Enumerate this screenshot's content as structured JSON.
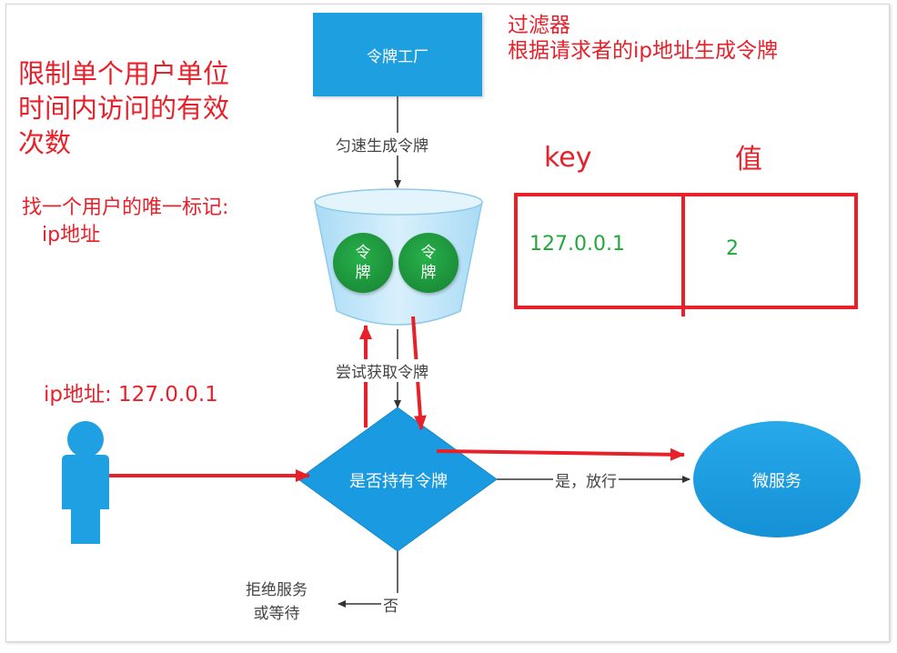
{
  "left_notes": {
    "goal_line1": "限制单个用户单位",
    "goal_line2": "时间内访问的有效",
    "goal_line3": "次数",
    "marker_line1": "找一个用户的唯一标记:",
    "marker_line2": "ip地址",
    "ip_label": "ip地址: 127.0.0.1"
  },
  "filter_notes": {
    "line1": "过滤器",
    "line2": "根据请求者的ip地址生成令牌"
  },
  "nodes": {
    "factory": "令牌工厂",
    "token1_line1": "令",
    "token1_line2": "牌",
    "token2_line1": "令",
    "token2_line2": "牌",
    "decision": "是否持有令牌",
    "service": "微服务",
    "reject_line1": "拒绝服务",
    "reject_line2": "或等待"
  },
  "edges": {
    "generate": "匀速生成令牌",
    "try_get": "尝试获取令牌",
    "yes": "是，放行",
    "no": "否"
  },
  "kv_table": {
    "key_header": "key",
    "value_header": "值",
    "key_value": "127.0.0.1",
    "value_value": "2"
  },
  "colors": {
    "blue": "#1e9fdf",
    "green": "#1c8f39",
    "red": "#e8202a",
    "bucket": "#c4e6f8"
  }
}
